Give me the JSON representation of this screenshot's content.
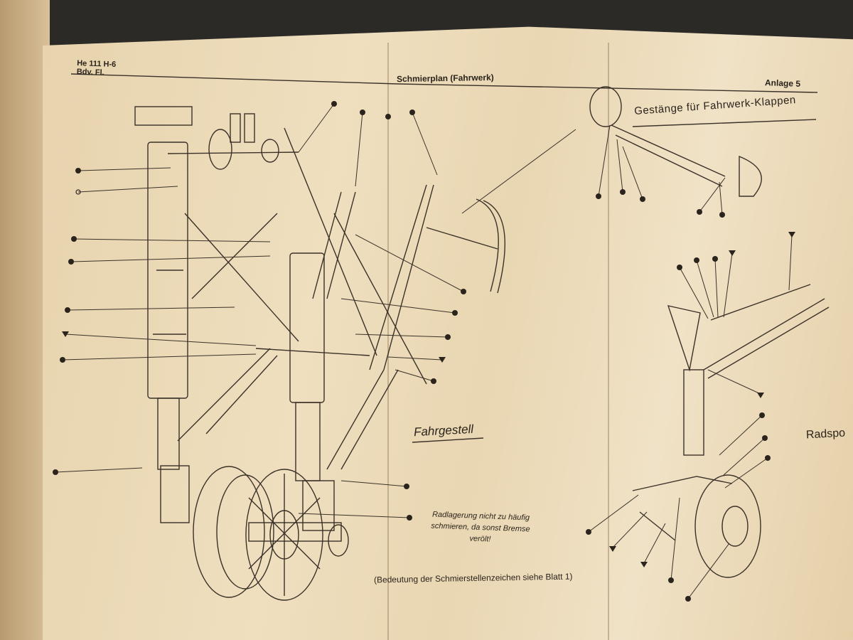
{
  "header": {
    "model": "He 111 H-6",
    "sub": "Bdv. Fl.",
    "title": "Schmierplan (Fahrwerk)",
    "appendix": "Anlage 5"
  },
  "sections": {
    "klappen_title": "Gestänge für Fahrwerk-Klappen",
    "fahrgestell_title": "Fahrgestell",
    "radsporn_title": "Radspo"
  },
  "note": {
    "line1": "Radlagerung nicht zu häufig",
    "line2": "schmieren, da sonst Bremse",
    "line3": "verölt!"
  },
  "footer": "(Bedeutung der Schmierstellenzeichen siehe Blatt 1)",
  "colors": {
    "paper": "#ecdcbb",
    "ink": "#2a241c",
    "background": "#2b2a27"
  }
}
